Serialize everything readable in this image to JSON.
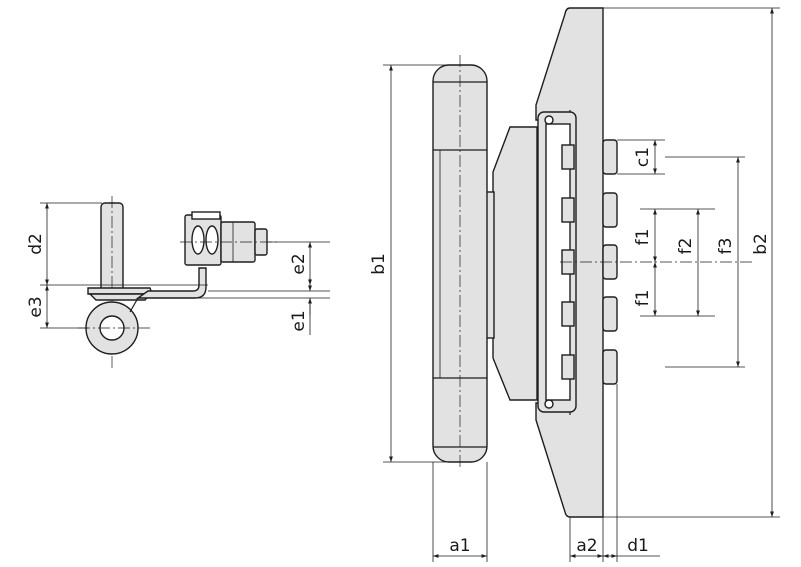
{
  "labels": {
    "a1": "a1",
    "a2": "a2",
    "d1": "d1",
    "b1": "b1",
    "b2": "b2",
    "c1": "c1",
    "f1_top": "f1",
    "f1_bottom": "f1",
    "f2": "f2",
    "f3": "f3",
    "d2": "d2",
    "e1": "e1",
    "e2": "e2",
    "e3": "e3"
  },
  "colors": {
    "line": "#1e1e1e",
    "fill": "#e2e2e2",
    "background": "#ffffff"
  }
}
